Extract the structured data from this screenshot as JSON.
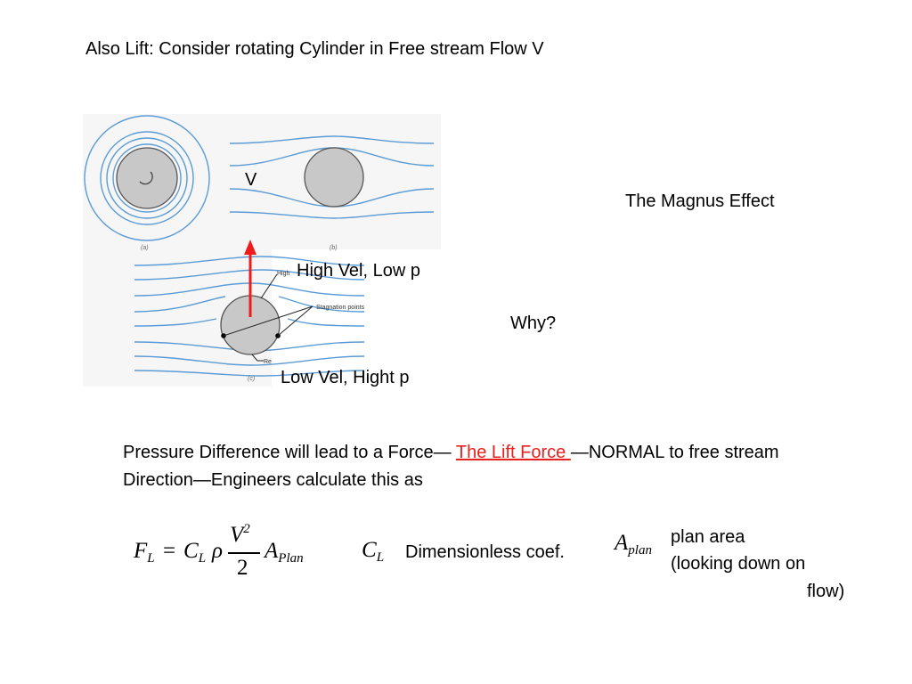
{
  "slide": {
    "title": "Also Lift: Consider rotating Cylinder in Free stream Flow V",
    "magnus": "The Magnus Effect",
    "why": "Why?",
    "v_label": "V",
    "high_vel": "High Vel, Low p",
    "low_vel": "Low Vel, Hight p",
    "pressure_line1_a": "Pressure Difference will lead to a Force— ",
    "lift_force": "The Lift Force ",
    "pressure_line1_b": "—NORMAL to free stream",
    "pressure_line2": "Direction—Engineers  calculate this as",
    "cl_desc": "Dimensionless coef.",
    "plan1": "plan area",
    "plan2": "(looking down on",
    "plan3": "flow)"
  },
  "figure": {
    "caption_a": "(a)",
    "caption_b": "(b)",
    "caption_c": "(c)",
    "label_high": "High",
    "label_stag": "Stagnation points",
    "label_re": "Re"
  },
  "equation": {
    "F": "F",
    "F_sub": "L",
    "eq": "=",
    "C": "C",
    "C_sub": "L",
    "rho": "ρ",
    "num": "V",
    "num_sup": "2",
    "den": "2",
    "A": "A",
    "A_sub": "Plan",
    "cl": "C",
    "cl_sub": "L",
    "ap": "A",
    "ap_sub": "plan"
  },
  "colors": {
    "streamline": "#5b9bd5",
    "cylinder": "#c8c8c8",
    "arrow": "#ee1c1c",
    "lift_text": "#e8211d"
  }
}
